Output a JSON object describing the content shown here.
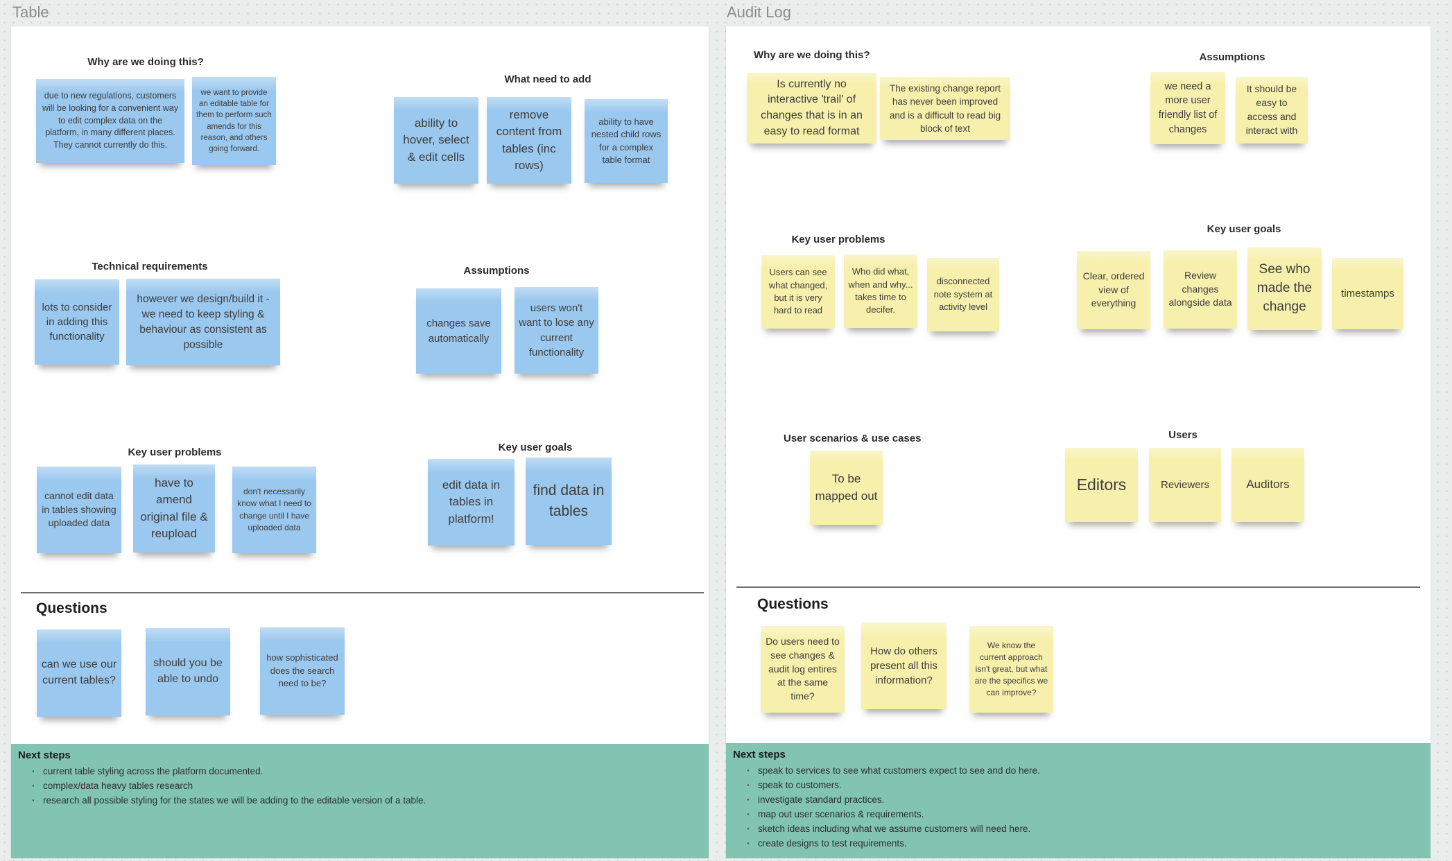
{
  "colors": {
    "canvas_bg": "#ebecec",
    "frame_bg": "#ffffff",
    "note_blue": "#9bc8ee",
    "note_yellow": "#f7f0ac",
    "panel_green": "#81c4b2",
    "frame_title": "#8c8c8c",
    "divider": "#6e6e6e"
  },
  "frames": {
    "table": {
      "title": "Table",
      "sections": {
        "why": {
          "heading": "Why are we doing this?",
          "notes": [
            "due to new regulations, customers will be looking for a convenient way to edit complex data on the platform, in many different places. They cannot currently do this.",
            "we want to provide an editable table for them to perform such amends for this reason, and others going forward."
          ]
        },
        "what_add": {
          "heading": "What need to add",
          "notes": [
            "ability to hover, select & edit cells",
            "remove content from tables (inc rows)",
            "ability to have nested child rows for a complex table format"
          ]
        },
        "tech": {
          "heading": "Technical requirements",
          "notes": [
            "lots to consider in adding this functionality",
            "however we design/build it - we need to keep styling & behaviour as consistent as possible"
          ]
        },
        "assumptions": {
          "heading": "Assumptions",
          "notes": [
            "changes save automatically",
            "users won't want to lose any current functionality"
          ]
        },
        "problems": {
          "heading": "Key user problems",
          "notes": [
            "cannot edit data in tables showing uploaded data",
            "have to amend original file & reupload",
            "don't necessarily know what I need to change until I have uploaded data"
          ]
        },
        "goals": {
          "heading": "Key user goals",
          "notes": [
            "edit data in tables in platform!",
            "find data in tables"
          ]
        },
        "questions": {
          "heading": "Questions",
          "notes": [
            "can we use our current tables?",
            "should you be able to undo",
            "how sophisticated does the search need to be?"
          ]
        }
      },
      "next_steps": {
        "heading": "Next steps",
        "items": [
          "current table styling across the platform documented.",
          "complex/data heavy tables research",
          "research all possible styling for the states we will be adding to the editable version of a table."
        ]
      }
    },
    "audit": {
      "title": "Audit Log",
      "sections": {
        "why": {
          "heading": "Why are we doing this?",
          "notes": [
            "Is currently no interactive 'trail' of changes that is in an easy to read format",
            "The existing change report has never been improved and is a difficult to read big block of text"
          ]
        },
        "assumptions": {
          "heading": "Assumptions",
          "notes": [
            "we need a more user friendly list of changes",
            "It should be easy to access and interact with"
          ]
        },
        "problems": {
          "heading": "Key user problems",
          "notes": [
            "Users can see what changed, but it is very hard to read",
            "Who did what, when and why... takes time to decifer.",
            "disconnected note system at activity level"
          ]
        },
        "goals": {
          "heading": "Key user goals",
          "notes": [
            "Clear, ordered view of everything",
            "Review changes alongside data",
            "See who made the change",
            "timestamps"
          ]
        },
        "scenarios": {
          "heading": "User scenarios & use cases",
          "notes": [
            "To be mapped out"
          ]
        },
        "users": {
          "heading": "Users",
          "notes": [
            "Editors",
            "Reviewers",
            "Auditors"
          ]
        },
        "questions": {
          "heading": "Questions",
          "notes": [
            "Do users need to see changes & audit log entires at the same time?",
            "How do others present all this information?",
            "We know the current approach isn't great, but what are the specifics we can improve?"
          ]
        }
      },
      "next_steps": {
        "heading": "Next steps",
        "items": [
          "speak to services to see what customers expect to see and do here.",
          "speak to customers.",
          "investigate standard practices.",
          "map out user scenarios & requirements.",
          "sketch ideas including what we assume customers will need here.",
          "create designs to test requirements."
        ]
      }
    }
  }
}
